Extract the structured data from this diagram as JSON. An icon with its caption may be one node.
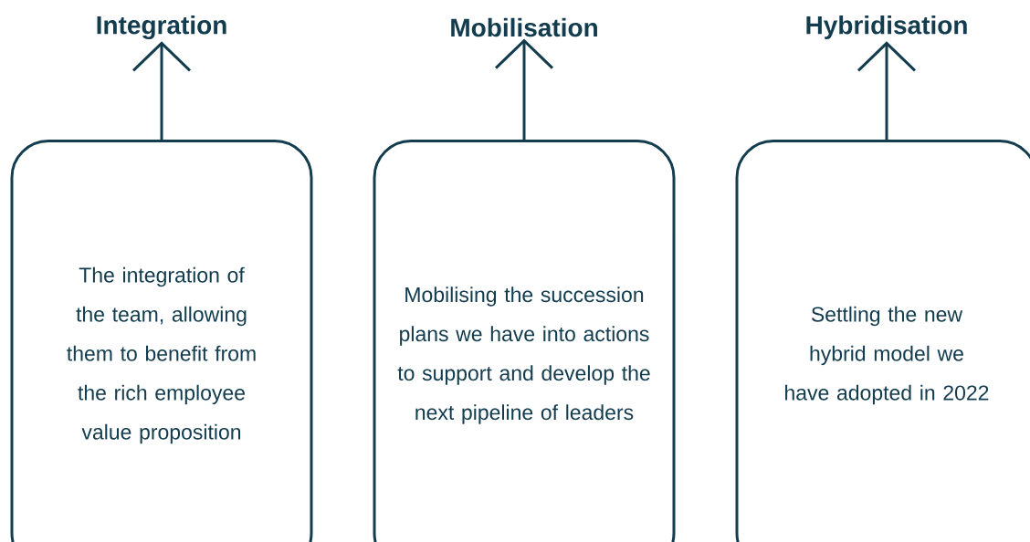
{
  "diagram": {
    "nodes": [
      {
        "text": [
          "Integration"
        ]
      },
      {
        "text": [
          "Mobilisation"
        ]
      },
      {
        "text": [
          "Hybridisation"
        ]
      },
      {
        "text": [
          "The integration of the team, allowing them to benefit from the rich employee value proposition"
        ]
      },
      {
        "text": [
          "Mobilising the succession plans we have into actions to support and develop the next pipeline of leaders"
        ]
      },
      {
        "text": [
          "Settling the new hybrid model we have adopted in 2022"
        ]
      }
    ],
    "edges": [
      {
        "from": 3,
        "to": 0,
        "arrow": "to"
      },
      {
        "from": 4,
        "to": 1,
        "arrow": "to"
      },
      {
        "from": 5,
        "to": 2,
        "arrow": "to"
      }
    ]
  }
}
